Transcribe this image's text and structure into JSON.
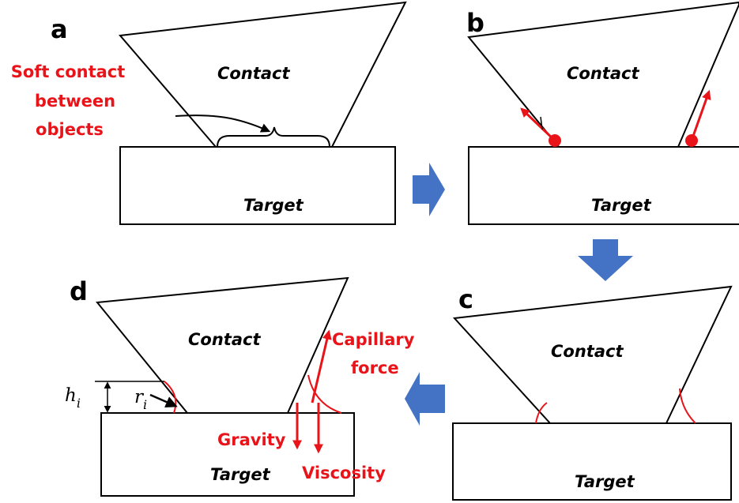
{
  "panels": {
    "a": {
      "letter": "a",
      "contact": "Contact",
      "target": "Target",
      "annotation": [
        "Soft contact",
        "between",
        "objects"
      ]
    },
    "b": {
      "letter": "b",
      "contact": "Contact",
      "target": "Target"
    },
    "c": {
      "letter": "c",
      "contact": "Contact",
      "target": "Target"
    },
    "d": {
      "letter": "d",
      "contact": "Contact",
      "target": "Target",
      "height_label": "h",
      "height_sub": "i",
      "radius_label": "r",
      "radius_sub": "i",
      "capillary": [
        "Capillary",
        "force"
      ],
      "gravity": "Gravity",
      "viscosity": "Viscosity"
    }
  },
  "colors": {
    "annotation_red": "#e8141a",
    "flow_arrow_blue": "#4472c4",
    "outline": "#000000"
  }
}
